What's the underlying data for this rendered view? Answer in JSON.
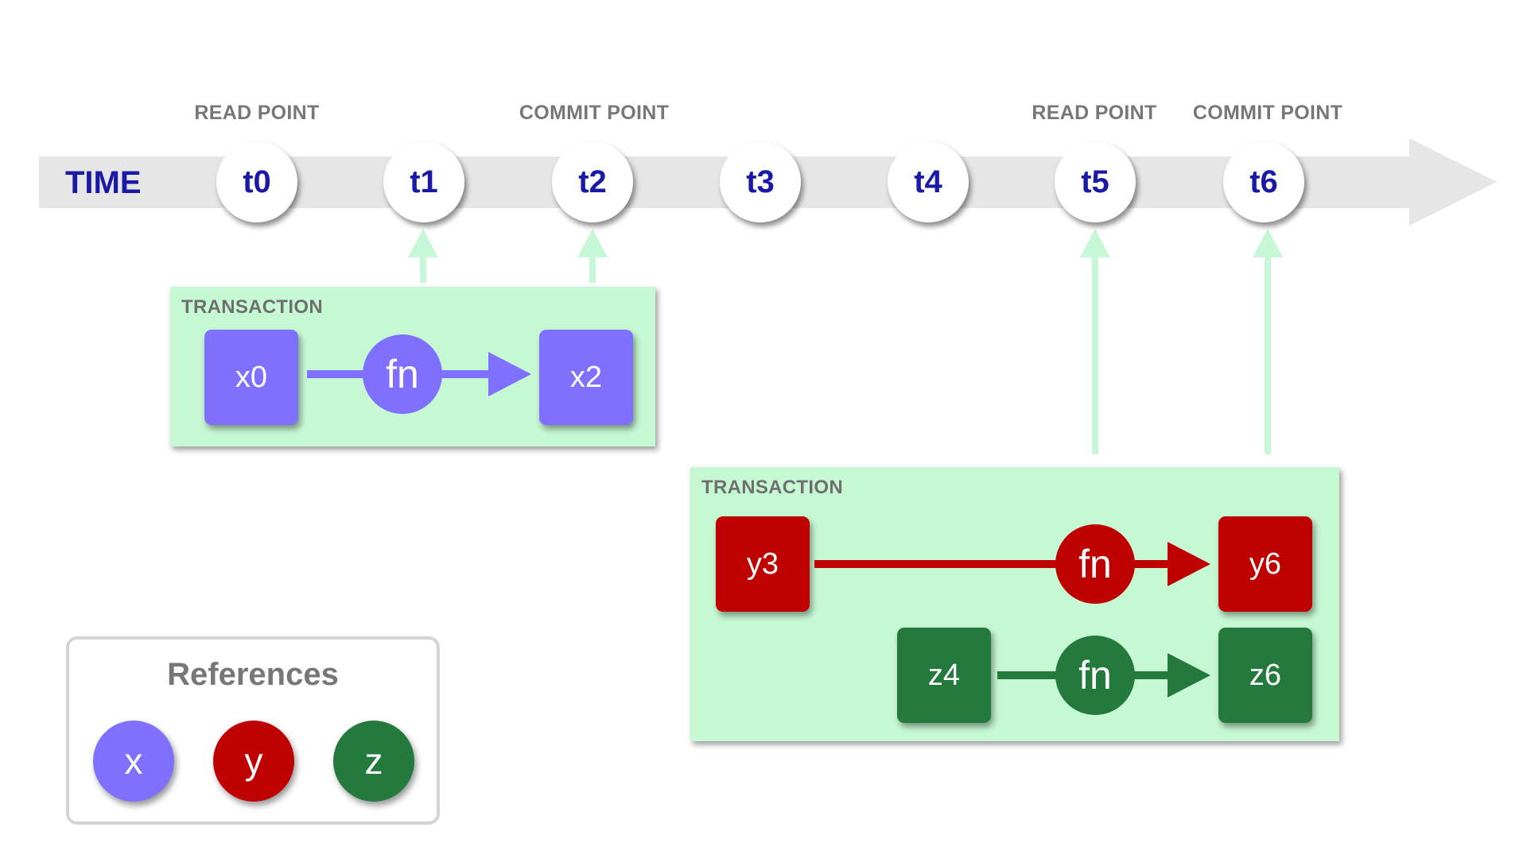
{
  "timeline": {
    "label": "TIME",
    "ticks": [
      "t0",
      "t1",
      "t2",
      "t3",
      "t4",
      "t5",
      "t6"
    ]
  },
  "point_labels": {
    "t0": "READ POINT",
    "t2": "COMMIT POINT",
    "t5": "READ POINT",
    "t6": "COMMIT POINT"
  },
  "transaction_1": {
    "label": "TRANSACTION",
    "input": "x0",
    "fn": "fn",
    "output": "x2"
  },
  "transaction_2": {
    "label": "TRANSACTION",
    "row_y": {
      "input": "y3",
      "fn": "fn",
      "output": "y6"
    },
    "row_z": {
      "input": "z4",
      "fn": "fn",
      "output": "z6"
    }
  },
  "legend": {
    "title": "References",
    "refs": [
      "x",
      "y",
      "z"
    ]
  },
  "colors": {
    "x": "#8070ff",
    "y": "#bf0000",
    "z": "#237a3c",
    "transaction_bg": "#c6f8d3",
    "timeline_text": "#1a1aa6"
  }
}
